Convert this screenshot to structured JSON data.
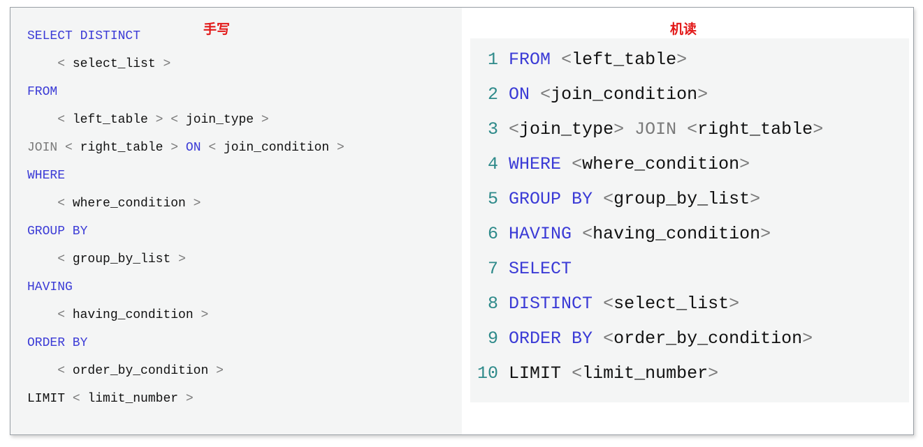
{
  "labels": {
    "handwritten": "手写",
    "machine": "机读"
  },
  "colors": {
    "keyword": "#3b3bd6",
    "punct": "#7a7a7a",
    "text": "#111111",
    "line_number": "#2e8a8a",
    "label": "#e21818"
  },
  "handwritten": [
    [
      {
        "t": "SELECT DISTINCT",
        "c": "kw"
      }
    ],
    [
      {
        "t": "    ",
        "c": "tk"
      },
      {
        "t": "<",
        "c": "gy"
      },
      {
        "t": " select_list ",
        "c": "tk"
      },
      {
        "t": ">",
        "c": "gy"
      }
    ],
    [
      {
        "t": "FROM",
        "c": "kw"
      }
    ],
    [
      {
        "t": "    ",
        "c": "tk"
      },
      {
        "t": "<",
        "c": "gy"
      },
      {
        "t": " left_table ",
        "c": "tk"
      },
      {
        "t": ">",
        "c": "gy"
      },
      {
        "t": " ",
        "c": "tk"
      },
      {
        "t": "<",
        "c": "gy"
      },
      {
        "t": " join_type ",
        "c": "tk"
      },
      {
        "t": ">",
        "c": "gy"
      }
    ],
    [
      {
        "t": "JOIN",
        "c": "gy"
      },
      {
        "t": " ",
        "c": "tk"
      },
      {
        "t": "<",
        "c": "gy"
      },
      {
        "t": " right_table ",
        "c": "tk"
      },
      {
        "t": ">",
        "c": "gy"
      },
      {
        "t": " ",
        "c": "tk"
      },
      {
        "t": "ON",
        "c": "kw"
      },
      {
        "t": " ",
        "c": "tk"
      },
      {
        "t": "<",
        "c": "gy"
      },
      {
        "t": " join_condition ",
        "c": "tk"
      },
      {
        "t": ">",
        "c": "gy"
      }
    ],
    [
      {
        "t": "WHERE",
        "c": "kw"
      }
    ],
    [
      {
        "t": "    ",
        "c": "tk"
      },
      {
        "t": "<",
        "c": "gy"
      },
      {
        "t": " where_condition ",
        "c": "tk"
      },
      {
        "t": ">",
        "c": "gy"
      }
    ],
    [
      {
        "t": "GROUP BY",
        "c": "kw"
      }
    ],
    [
      {
        "t": "    ",
        "c": "tk"
      },
      {
        "t": "<",
        "c": "gy"
      },
      {
        "t": " group_by_list ",
        "c": "tk"
      },
      {
        "t": ">",
        "c": "gy"
      }
    ],
    [
      {
        "t": "HAVING",
        "c": "kw"
      }
    ],
    [
      {
        "t": "    ",
        "c": "tk"
      },
      {
        "t": "<",
        "c": "gy"
      },
      {
        "t": " having_condition ",
        "c": "tk"
      },
      {
        "t": ">",
        "c": "gy"
      }
    ],
    [
      {
        "t": "ORDER BY",
        "c": "kw"
      }
    ],
    [
      {
        "t": "    ",
        "c": "tk"
      },
      {
        "t": "<",
        "c": "gy"
      },
      {
        "t": " order_by_condition ",
        "c": "tk"
      },
      {
        "t": ">",
        "c": "gy"
      }
    ],
    [
      {
        "t": "LIMIT",
        "c": "tk"
      },
      {
        "t": " ",
        "c": "tk"
      },
      {
        "t": "<",
        "c": "gy"
      },
      {
        "t": " limit_number ",
        "c": "tk"
      },
      {
        "t": ">",
        "c": "gy"
      }
    ]
  ],
  "machine": [
    {
      "n": " 1",
      "parts": [
        {
          "t": "FROM",
          "c": "kw"
        },
        {
          "t": " ",
          "c": "tk"
        },
        {
          "t": "<",
          "c": "gy"
        },
        {
          "t": "left_table",
          "c": "tk"
        },
        {
          "t": ">",
          "c": "gy"
        }
      ]
    },
    {
      "n": " 2",
      "parts": [
        {
          "t": "ON",
          "c": "kw"
        },
        {
          "t": " ",
          "c": "tk"
        },
        {
          "t": "<",
          "c": "gy"
        },
        {
          "t": "join_condition",
          "c": "tk"
        },
        {
          "t": ">",
          "c": "gy"
        }
      ]
    },
    {
      "n": " 3",
      "parts": [
        {
          "t": "<",
          "c": "gy"
        },
        {
          "t": "join_type",
          "c": "tk"
        },
        {
          "t": ">",
          "c": "gy"
        },
        {
          "t": " ",
          "c": "tk"
        },
        {
          "t": "JOIN",
          "c": "gy"
        },
        {
          "t": " ",
          "c": "tk"
        },
        {
          "t": "<",
          "c": "gy"
        },
        {
          "t": "right_table",
          "c": "tk"
        },
        {
          "t": ">",
          "c": "gy"
        }
      ]
    },
    {
      "n": " 4",
      "parts": [
        {
          "t": "WHERE",
          "c": "kw"
        },
        {
          "t": " ",
          "c": "tk"
        },
        {
          "t": "<",
          "c": "gy"
        },
        {
          "t": "where_condition",
          "c": "tk"
        },
        {
          "t": ">",
          "c": "gy"
        }
      ]
    },
    {
      "n": " 5",
      "parts": [
        {
          "t": "GROUP BY",
          "c": "kw"
        },
        {
          "t": " ",
          "c": "tk"
        },
        {
          "t": "<",
          "c": "gy"
        },
        {
          "t": "group_by_list",
          "c": "tk"
        },
        {
          "t": ">",
          "c": "gy"
        }
      ]
    },
    {
      "n": " 6",
      "parts": [
        {
          "t": "HAVING",
          "c": "kw"
        },
        {
          "t": " ",
          "c": "tk"
        },
        {
          "t": "<",
          "c": "gy"
        },
        {
          "t": "having_condition",
          "c": "tk"
        },
        {
          "t": ">",
          "c": "gy"
        }
      ]
    },
    {
      "n": " 7",
      "parts": [
        {
          "t": "SELECT",
          "c": "kw"
        }
      ]
    },
    {
      "n": " 8",
      "parts": [
        {
          "t": "DISTINCT",
          "c": "kw"
        },
        {
          "t": " ",
          "c": "tk"
        },
        {
          "t": "<",
          "c": "gy"
        },
        {
          "t": "select_list",
          "c": "tk"
        },
        {
          "t": ">",
          "c": "gy"
        }
      ]
    },
    {
      "n": " 9",
      "parts": [
        {
          "t": "ORDER BY",
          "c": "kw"
        },
        {
          "t": " ",
          "c": "tk"
        },
        {
          "t": "<",
          "c": "gy"
        },
        {
          "t": "order_by_condition",
          "c": "tk"
        },
        {
          "t": ">",
          "c": "gy"
        }
      ]
    },
    {
      "n": "10",
      "parts": [
        {
          "t": "LIMIT",
          "c": "tk"
        },
        {
          "t": " ",
          "c": "tk"
        },
        {
          "t": "<",
          "c": "gy"
        },
        {
          "t": "limit_number",
          "c": "tk"
        },
        {
          "t": ">",
          "c": "gy"
        }
      ]
    }
  ]
}
